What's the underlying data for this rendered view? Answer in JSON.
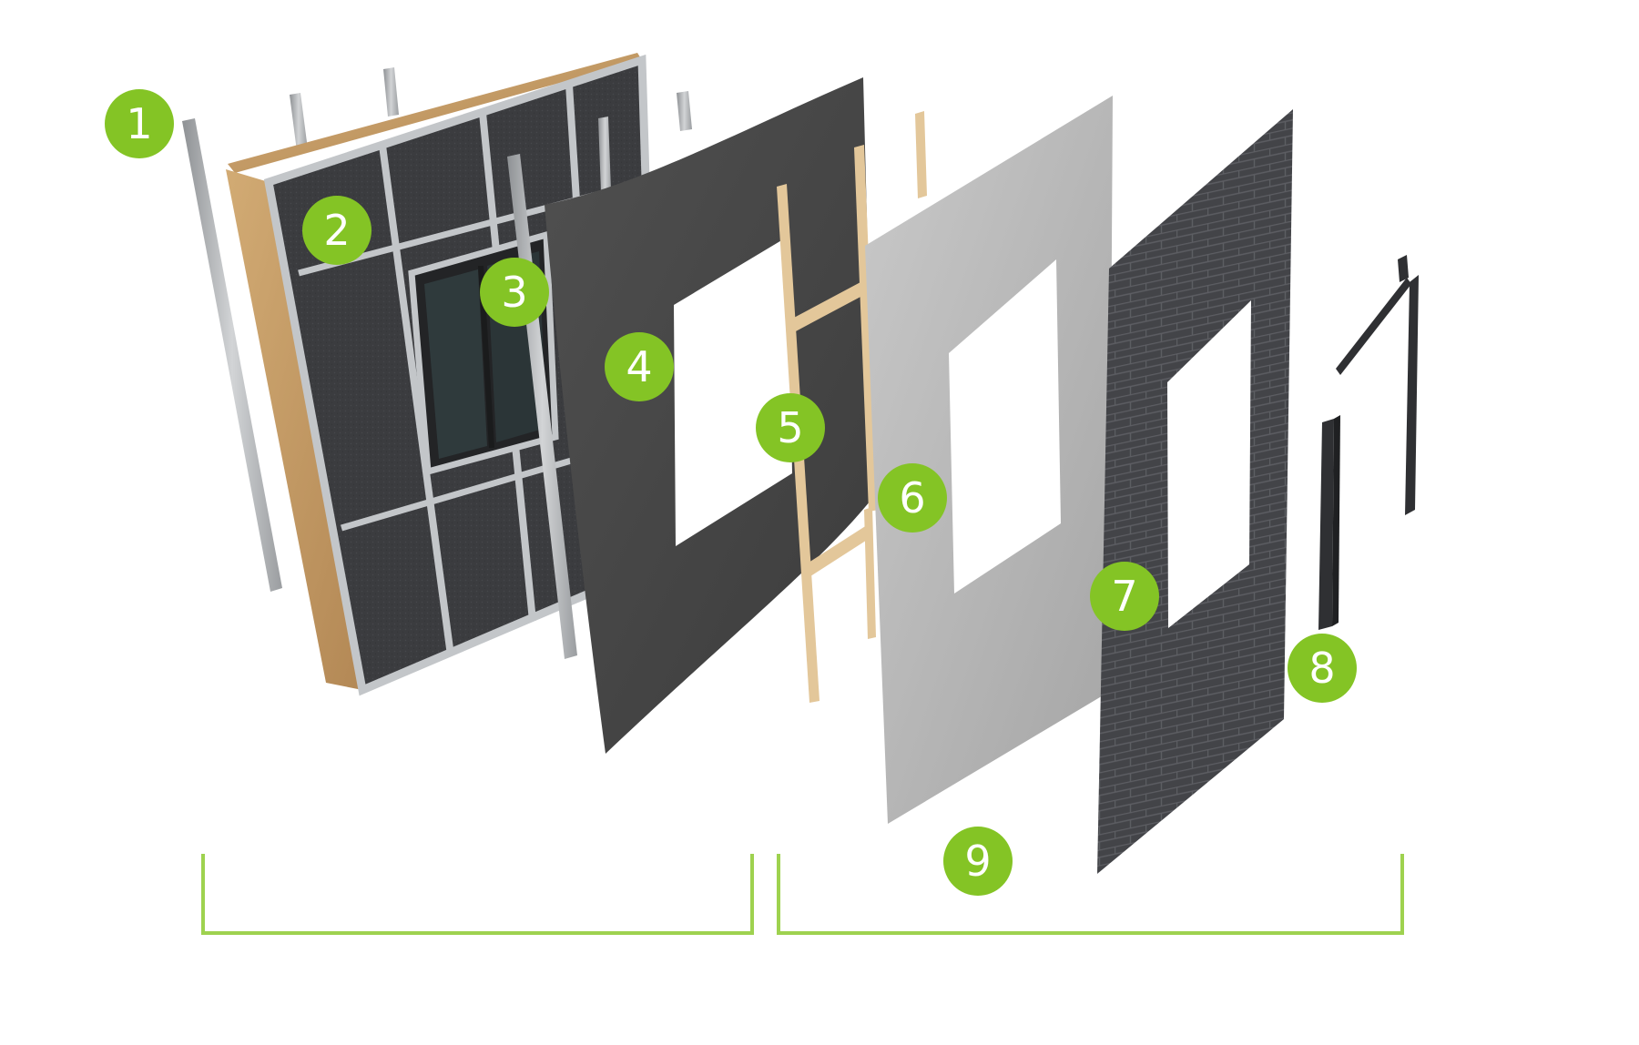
{
  "diagram": {
    "callouts": [
      {
        "id": "1",
        "label": "1"
      },
      {
        "id": "2",
        "label": "2"
      },
      {
        "id": "3",
        "label": "3"
      },
      {
        "id": "4",
        "label": "4"
      },
      {
        "id": "5",
        "label": "5"
      },
      {
        "id": "6",
        "label": "6"
      },
      {
        "id": "7",
        "label": "7"
      },
      {
        "id": "8",
        "label": "8"
      },
      {
        "id": "9",
        "label": "9"
      }
    ],
    "colors": {
      "accent": "#8cc63f",
      "badge": "#84c425",
      "bracket": "#9ed24f",
      "steel": "#b9bcbf",
      "insulation_panel": "#3a3b3e",
      "osb": "#c49a62",
      "membrane": "#4a4a49",
      "batten": "#e3c79a",
      "board": "#b7b7b7",
      "brick": "#414246",
      "trim": "#2f3033"
    }
  }
}
